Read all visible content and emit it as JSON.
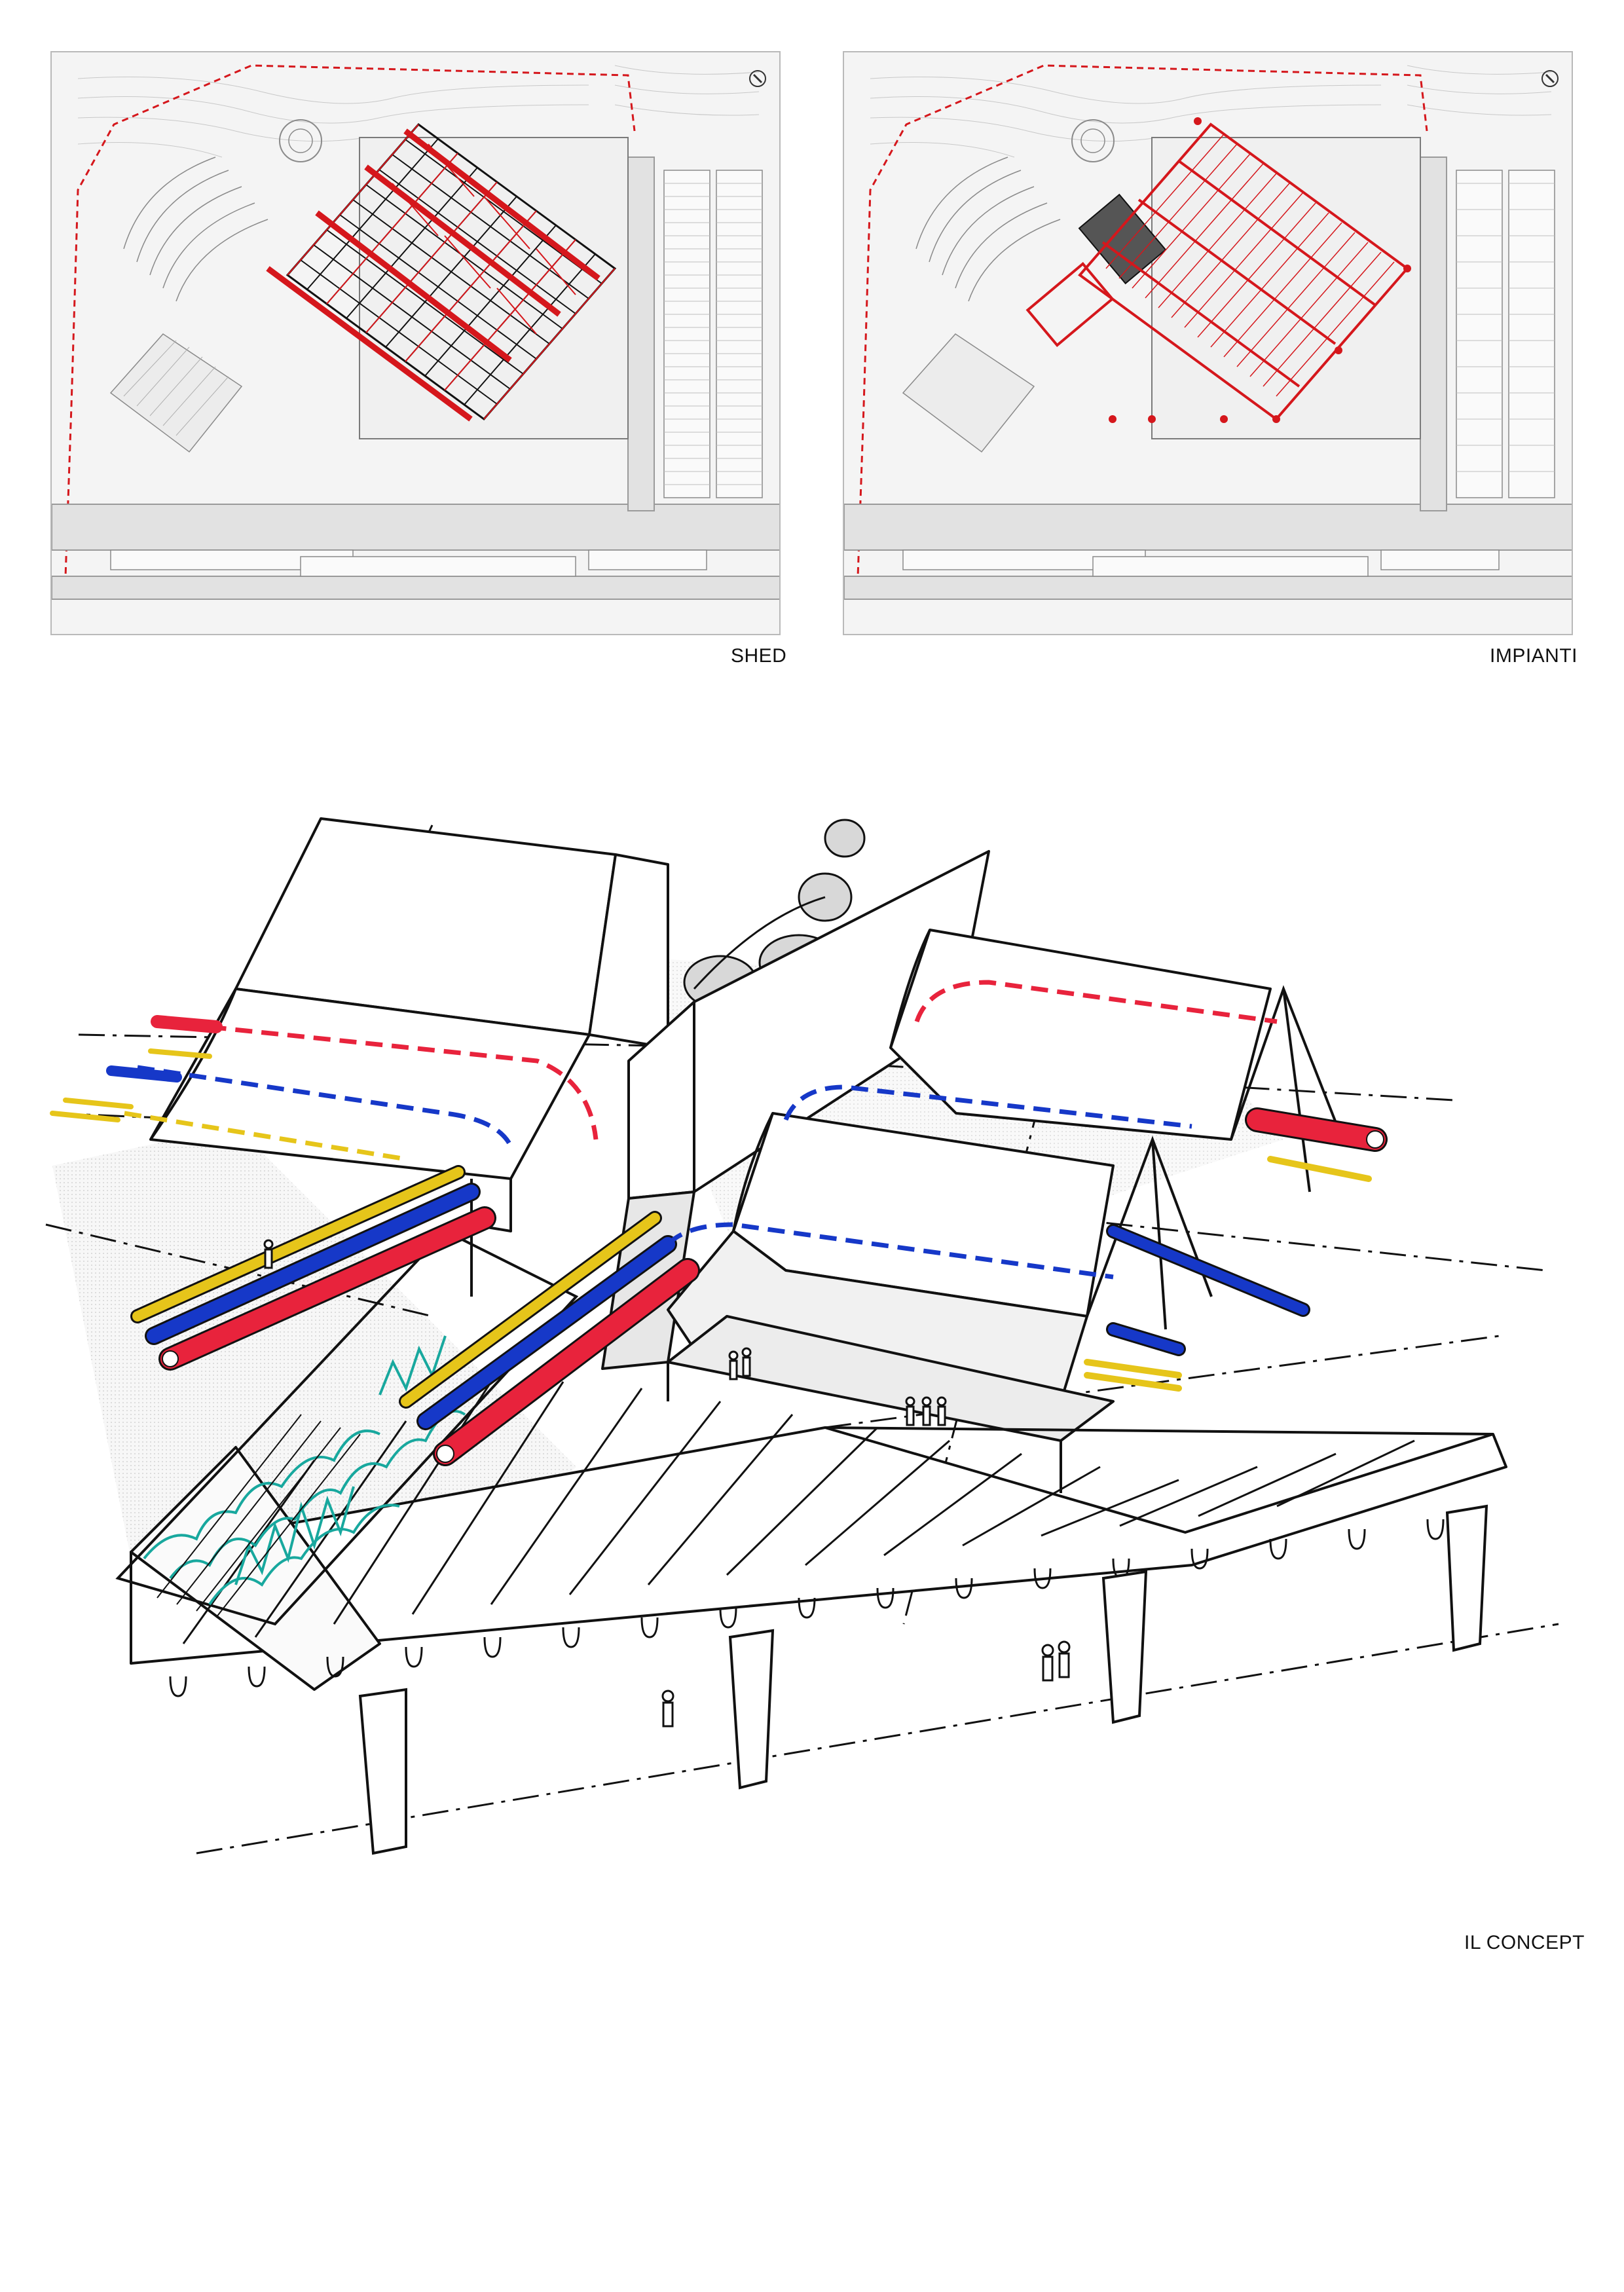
{
  "panels": [
    {
      "id": "shed",
      "caption": "SHED"
    },
    {
      "id": "impianti",
      "caption": "IMPIANTI"
    }
  ],
  "concept": {
    "caption": "IL CONCEPT"
  },
  "colors": {
    "accent_red": "#d5171c",
    "pipe_red": "#e8233c",
    "pipe_blue": "#1638c8",
    "pipe_yellow": "#e6c51a",
    "planting": "#18a89e",
    "line": "#111111",
    "plan_line": "#8a8a8a"
  }
}
